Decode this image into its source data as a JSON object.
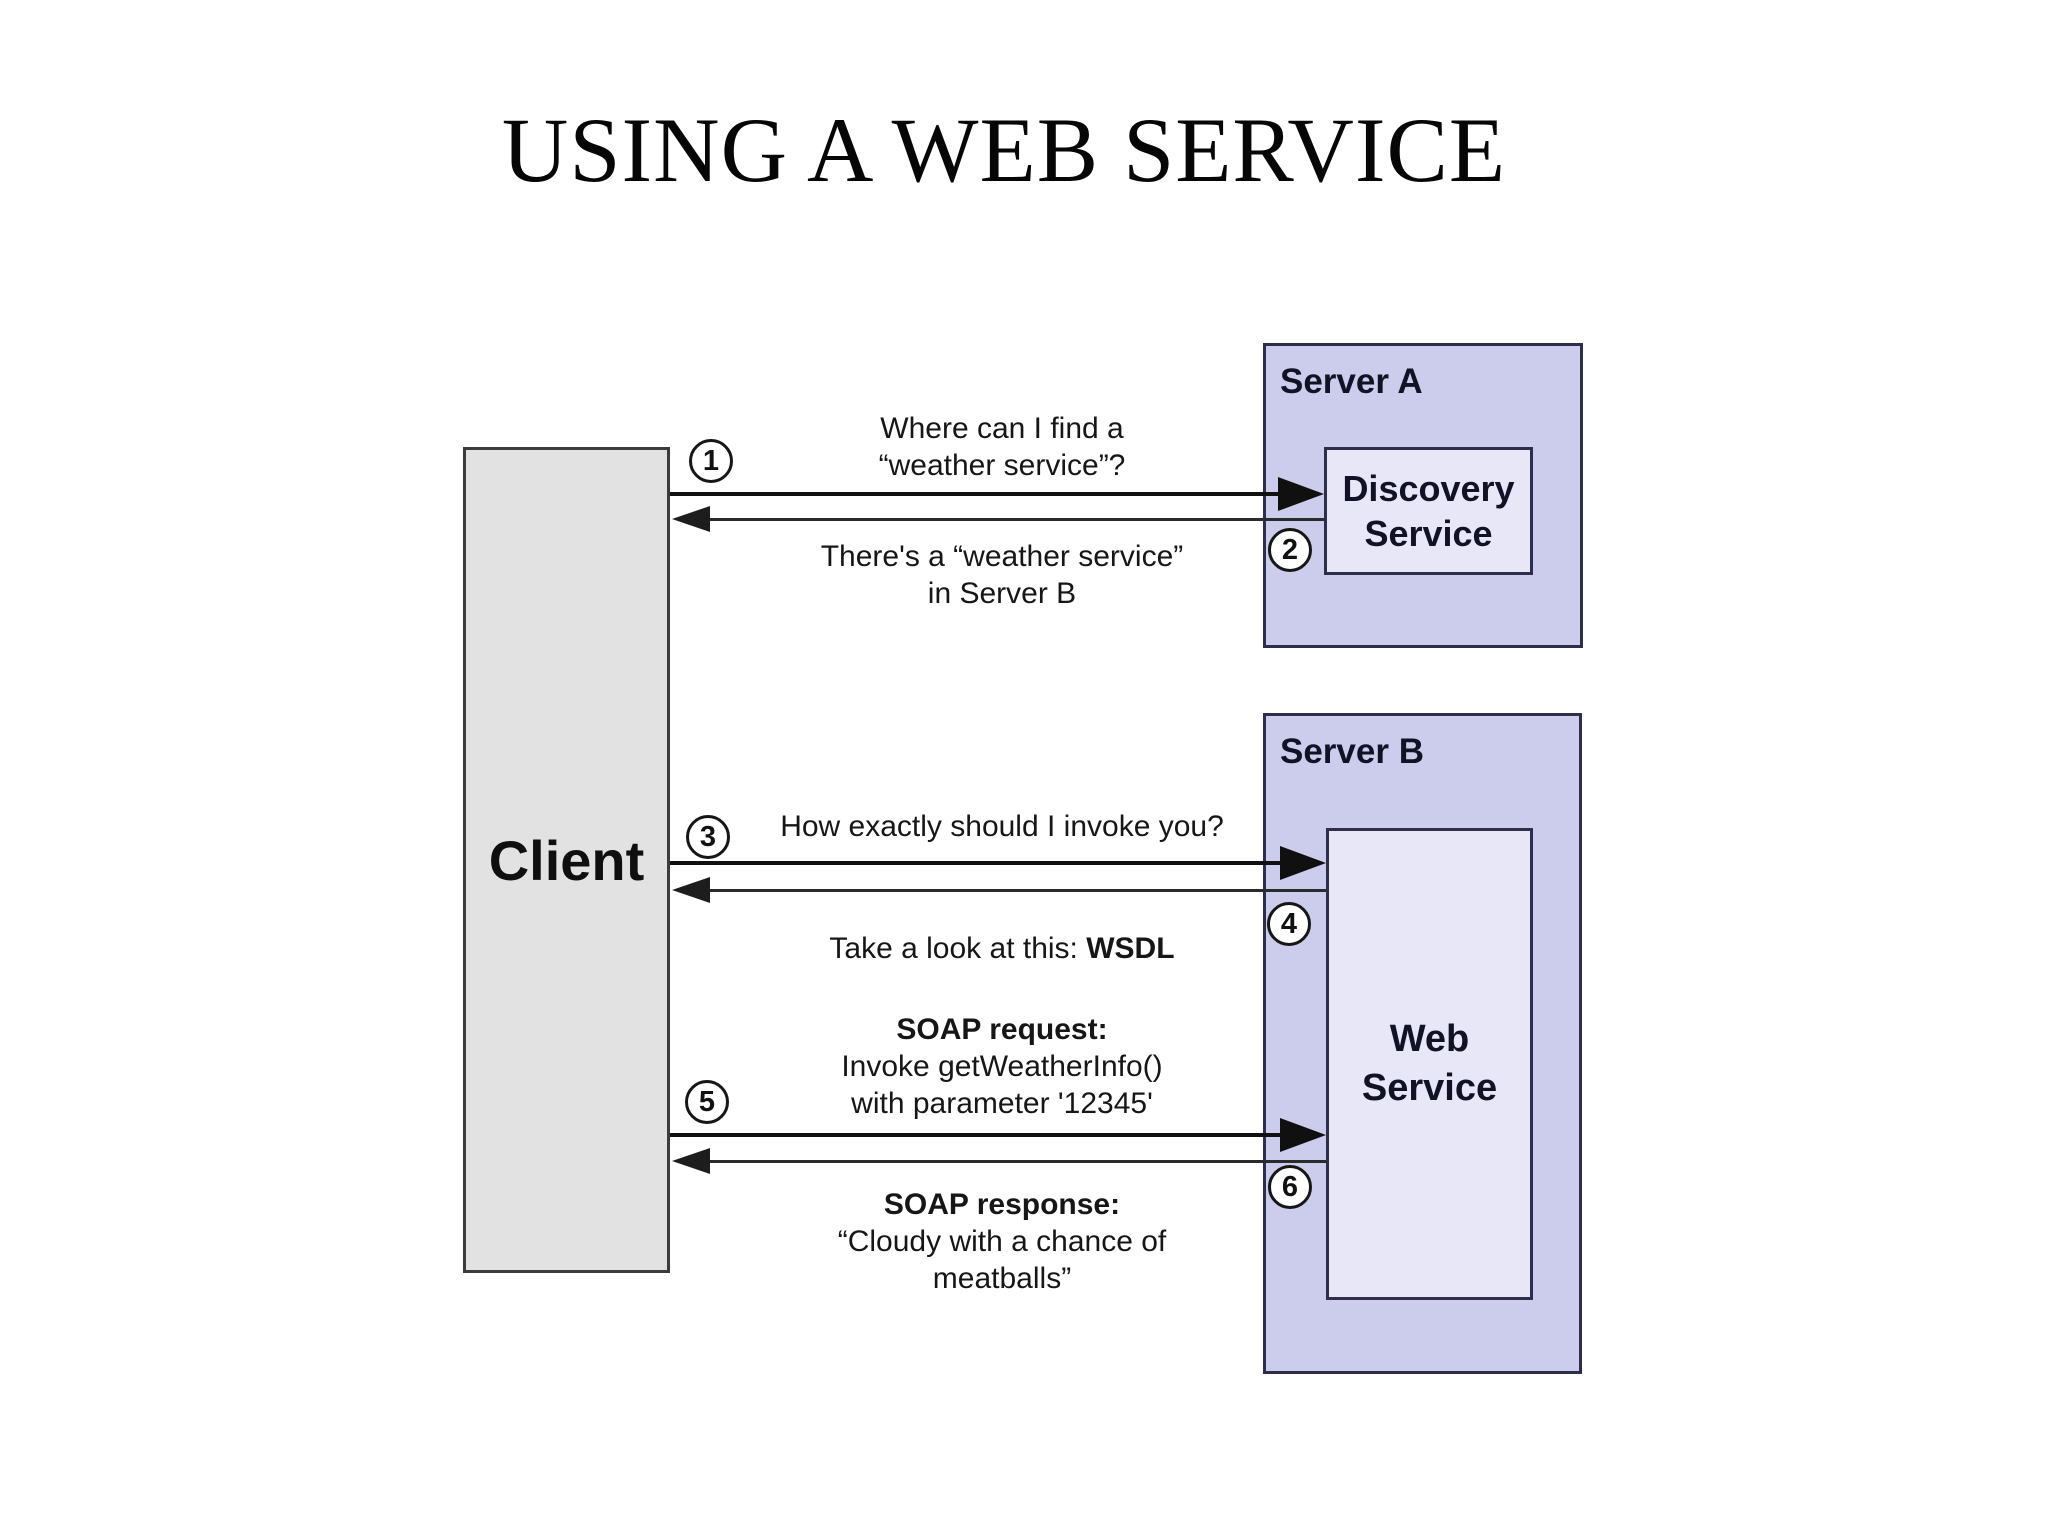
{
  "title": "USING A WEB SERVICE",
  "nodes": {
    "client": {
      "label": "Client"
    },
    "server_a": {
      "label": "Server A",
      "inner_label": "Discovery Service"
    },
    "server_b": {
      "label": "Server B",
      "inner_label": "Web Service"
    }
  },
  "steps": {
    "s1": "1",
    "s2": "2",
    "s3": "3",
    "s4": "4",
    "s5": "5",
    "s6": "6"
  },
  "messages": {
    "m1": {
      "line1": "Where can I find a",
      "line2": "“weather service”?"
    },
    "m2": {
      "line1": "There's a “weather service”",
      "line2": "in Server B"
    },
    "m3": {
      "line1": "How exactly should I invoke you?"
    },
    "m4": {
      "prefix": "Take a look at this: ",
      "emphasis": "WSDL"
    },
    "m5": {
      "heading": "SOAP request:",
      "line1": "Invoke getWeatherInfo()",
      "line2": "with parameter '12345'"
    },
    "m6": {
      "heading": "SOAP response:",
      "line1": "“Cloudy with a chance of",
      "line2": "meatballs”"
    }
  },
  "colors": {
    "background": "#ffffff",
    "server_fill": "#ccccec",
    "inner_box_fill": "#e7e7f7",
    "client_fill": "#e2e2e2",
    "box_border": "#2e2e4a",
    "arrow_line": "#101010",
    "text": "#161616"
  }
}
